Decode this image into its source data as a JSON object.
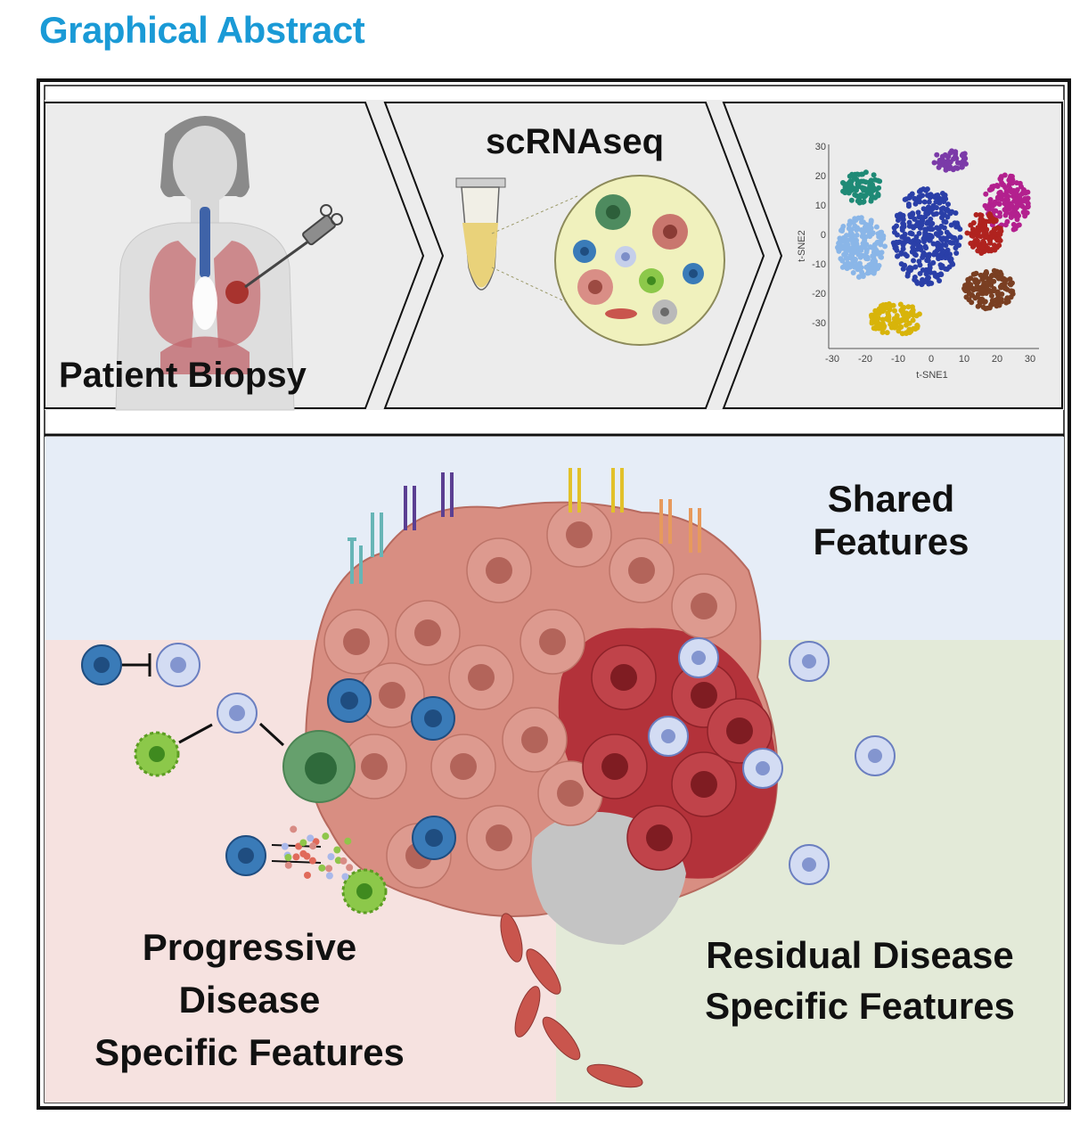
{
  "heading": "Graphical Abstract",
  "steps": {
    "biopsy": "Patient Biopsy",
    "scrnaseq": "scRNAseq"
  },
  "tsne": {
    "xlabel": "t-SNE1",
    "ylabel": "t-SNE2",
    "xticks": [
      "-30",
      "-20",
      "-10",
      "0",
      "10",
      "20",
      "30"
    ],
    "yticks": [
      "30",
      "20",
      "10",
      "0",
      "-10",
      "-20",
      "-30"
    ],
    "clusters": [
      {
        "color": "#1f8a76"
      },
      {
        "color": "#7b3aa8"
      },
      {
        "color": "#2a3fa8"
      },
      {
        "color": "#b3208e"
      },
      {
        "color": "#8ab6e8"
      },
      {
        "color": "#b0231f"
      },
      {
        "color": "#7a3f22"
      },
      {
        "color": "#d8b40a"
      }
    ]
  },
  "regions": {
    "shared": {
      "line1": "Shared",
      "line2": "Features",
      "color": "#e6edf7"
    },
    "progressive": {
      "line1": "Progressive",
      "line2": "Disease",
      "line3": "Specific Features",
      "color": "#f6e2e0"
    },
    "residual": {
      "line1": "Residual Disease",
      "line2": "Specific Features",
      "color": "#e3ead8"
    }
  }
}
